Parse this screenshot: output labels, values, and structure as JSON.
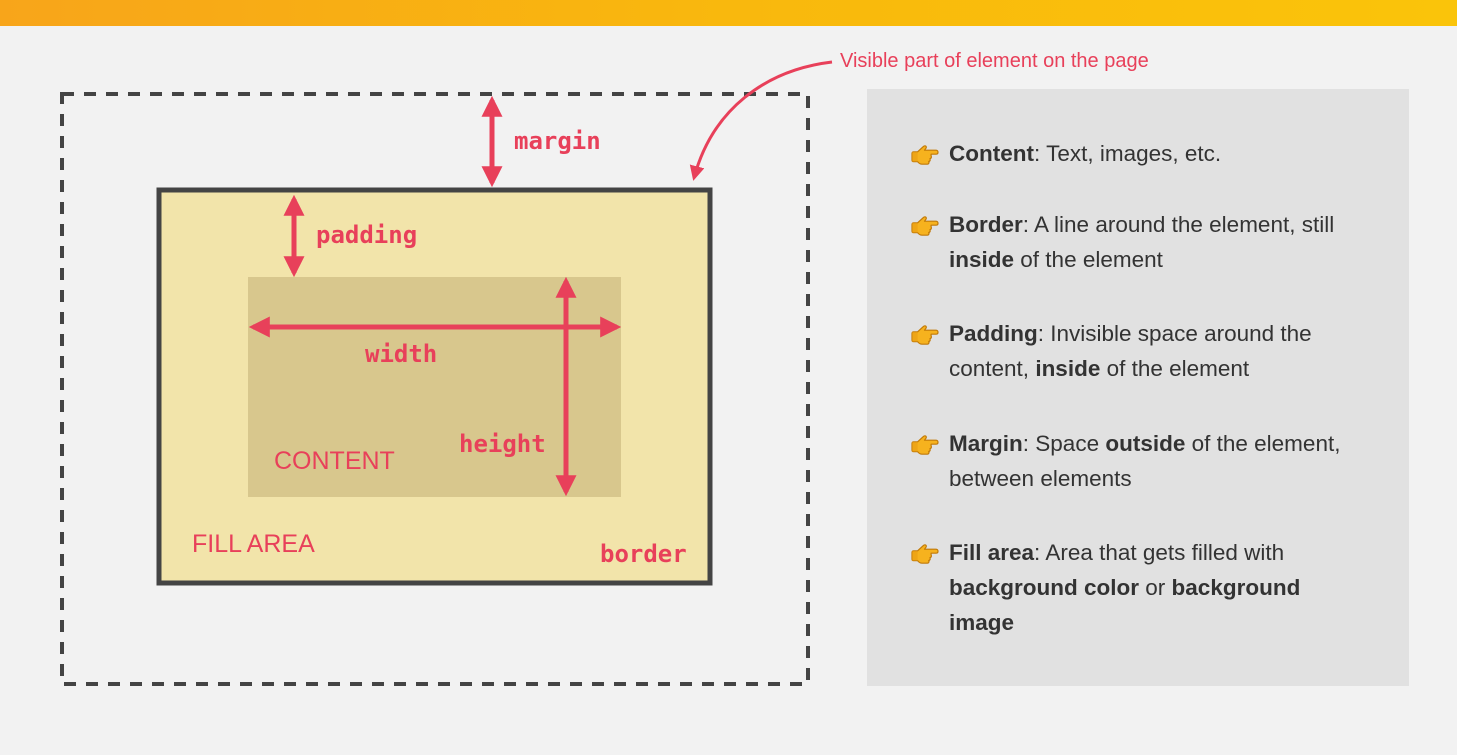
{
  "diagram": {
    "callout": "Visible part of element on the page",
    "labels": {
      "margin": "margin",
      "padding": "padding",
      "width": "width",
      "height": "height",
      "content": "CONTENT",
      "fill_area": "FILL AREA",
      "border": "border"
    }
  },
  "colors": {
    "accent": "#e8405a",
    "border": "#444444",
    "fill_area": "#f2e4aa",
    "content": "#d8c78d",
    "panel_bg": "#e1e1e1",
    "top_bar": "#f9b80d"
  },
  "list": {
    "icon": "pointing-hand-icon",
    "items": [
      {
        "term": "Content",
        "sep": ": ",
        "parts": [
          {
            "t": "Text, images, etc.",
            "b": false
          }
        ]
      },
      {
        "term": "Border",
        "sep": ": ",
        "parts": [
          {
            "t": "A line around the element, still ",
            "b": false
          },
          {
            "t": "inside",
            "b": true
          },
          {
            "t": " of the element",
            "b": false
          }
        ]
      },
      {
        "term": "Padding",
        "sep": ": ",
        "parts": [
          {
            "t": "Invisible space around the content, ",
            "b": false
          },
          {
            "t": "inside",
            "b": true
          },
          {
            "t": " of the element",
            "b": false
          }
        ]
      },
      {
        "term": "Margin",
        "sep": ": ",
        "parts": [
          {
            "t": "Space ",
            "b": false
          },
          {
            "t": "outside",
            "b": true
          },
          {
            "t": " of the element, between elements",
            "b": false
          }
        ]
      },
      {
        "term": "Fill area",
        "sep": ": ",
        "parts": [
          {
            "t": "Area that gets filled with ",
            "b": false
          },
          {
            "t": "background color",
            "b": true
          },
          {
            "t": " or ",
            "b": false
          },
          {
            "t": "background image",
            "b": true
          }
        ]
      }
    ]
  }
}
